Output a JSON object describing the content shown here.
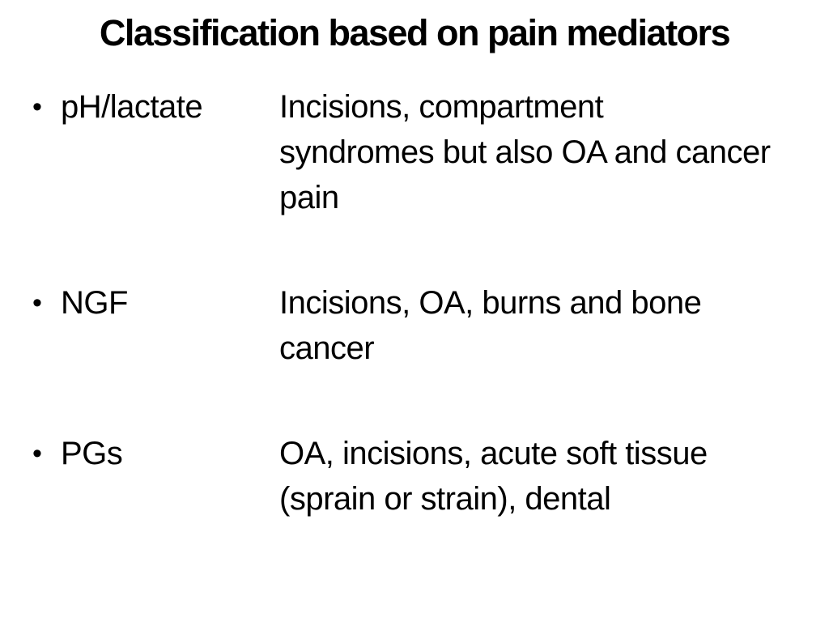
{
  "slide": {
    "title": "Classification based on pain mediators",
    "bullet_glyph": "•",
    "text_color": "#000000",
    "background_color": "#ffffff",
    "bullets": [
      {
        "label": "pH/lactate",
        "description": "Incisions, compartment syndromes but also OA and cancer pain",
        "description_lines": [
          "Incisions, compartment",
          "syndromes but also OA and cancer",
          "pain"
        ]
      },
      {
        "label": "NGF",
        "description": "Incisions, OA, burns and bone cancer",
        "description_lines": [
          "Incisions, OA, burns and bone",
          "cancer"
        ]
      },
      {
        "label": "PGs",
        "description": "OA, incisions, acute soft tissue (sprain or strain), dental",
        "description_lines": [
          "OA, incisions, acute soft tissue",
          "(sprain or strain), dental"
        ]
      }
    ]
  }
}
